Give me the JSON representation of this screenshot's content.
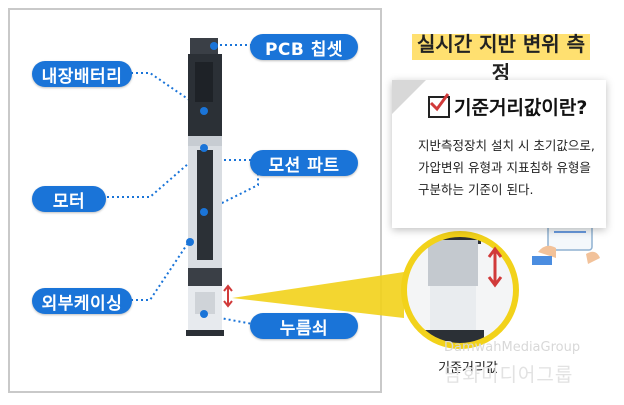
{
  "left_panel": {
    "labels": {
      "pcb": "PCB 칩셋",
      "battery": "내장배터리",
      "motion": "모션 파트",
      "motor": "모터",
      "casing": "외부케이싱",
      "button": "누름쇠"
    }
  },
  "right_panel": {
    "title": "실시간 지반 변위 측정",
    "card_title": "기준거리값이란?",
    "card_text": "지반측정장치 설치 시 초기값으로, 가압변위 유형과 지표침하 유형을 구분하는 기준이 된다.",
    "zoom_caption": "기준거리값"
  },
  "watermark": {
    "english": "DamwahMediaGroup",
    "korean": "담화미디어그룹"
  },
  "colors": {
    "pill": "#1a74d8",
    "leader": "#1a74d8",
    "zoom_ring": "#f2d21a",
    "highlight": "#ffe070",
    "arrow": "#d13a3a"
  }
}
